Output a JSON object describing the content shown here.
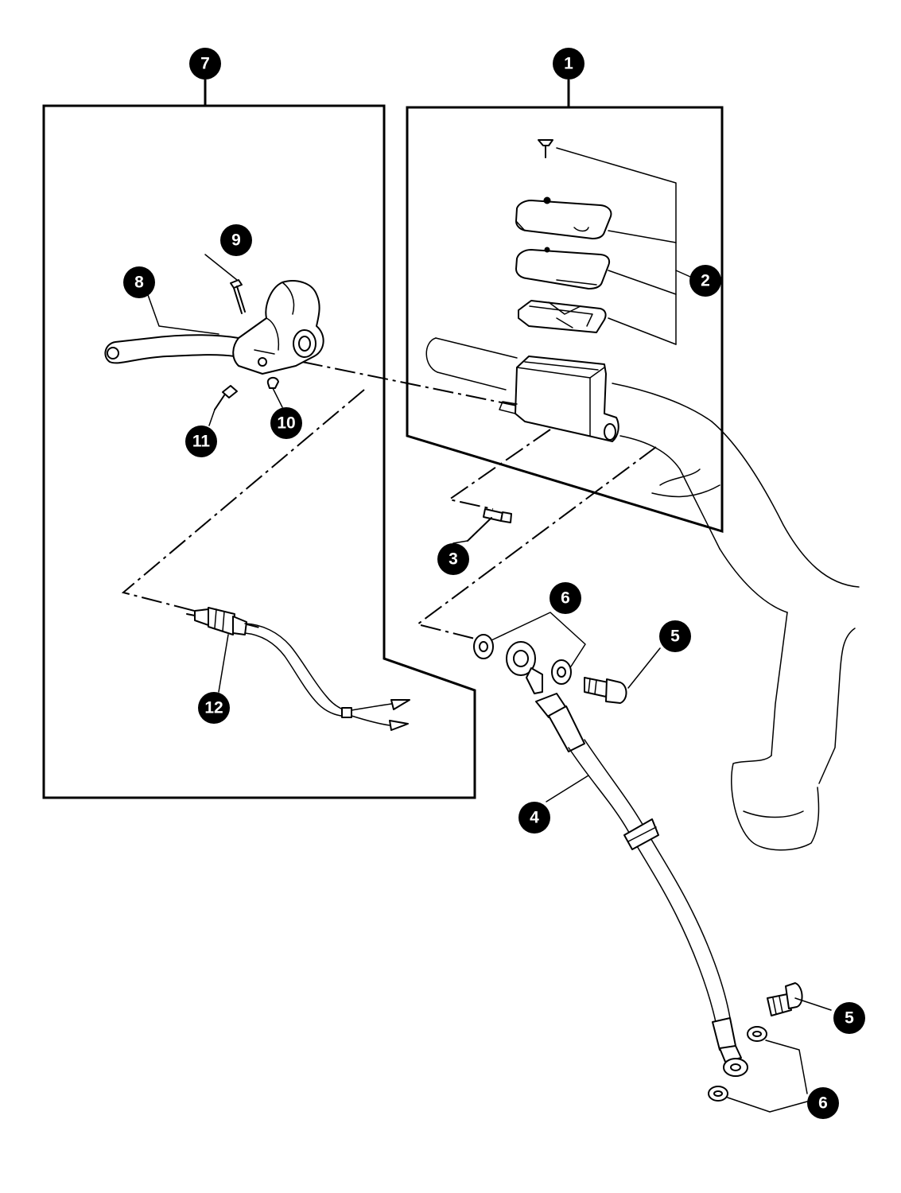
{
  "callouts": {
    "c1": "1",
    "c2": "2",
    "c3": "3",
    "c4": "4",
    "c5a": "5",
    "c5b": "5",
    "c6a": "6",
    "c6b": "6",
    "c7": "7",
    "c8": "8",
    "c9": "9",
    "c10": "10",
    "c11": "11",
    "c12": "12"
  },
  "colors": {
    "line": "#000000",
    "background": "#ffffff",
    "callout_fill": "#000000",
    "callout_text": "#ffffff"
  }
}
